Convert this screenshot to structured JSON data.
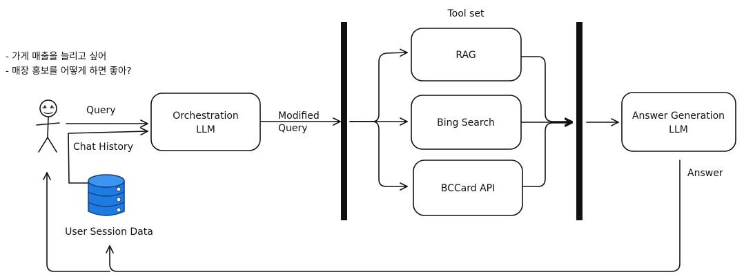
{
  "user_messages": [
    "- 가게 매출을 늘리고 싶어",
    "- 매장 홍보를 어떻게 하면 좋아?"
  ],
  "labels": {
    "query": "Query",
    "chat_history": "Chat History",
    "user_session_data": "User Session Data",
    "modified_query_line1": "Modified",
    "modified_query_line2": "Query",
    "tool_set": "Tool set",
    "answer": "Answer"
  },
  "nodes": {
    "orchestration": {
      "line1": "Orchestration",
      "line2": "LLM"
    },
    "rag": {
      "label": "RAG"
    },
    "bing": {
      "label": "Bing Search"
    },
    "bccard": {
      "label": "BCCard API"
    },
    "answer_generation": {
      "line1": "Answer Generation",
      "line2": "LLM"
    }
  },
  "colors": {
    "stroke": "#111111",
    "database_fill": "#1e7be0",
    "database_stroke": "#0d3f8a"
  },
  "icons": {
    "user": "stick-figure-icon",
    "database": "database-icon"
  }
}
